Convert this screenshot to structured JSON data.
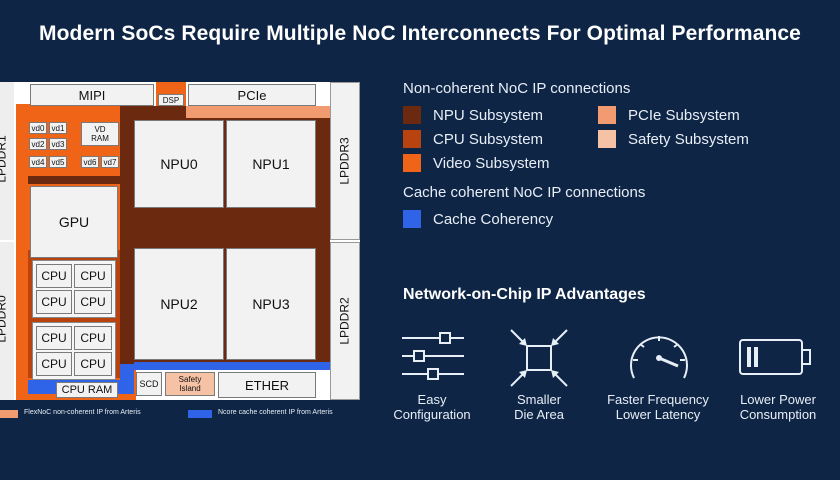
{
  "title": "Modern SoCs Require Multiple NoC Interconnects For Optimal Performance",
  "colors": {
    "background": "#0e2545",
    "npu_subsystem": "#6b2a10",
    "cpu_subsystem": "#b9430f",
    "video_subsystem": "#f06418",
    "pcie_subsystem": "#f29a70",
    "safety_subsystem": "#f6c2a5",
    "cache_coherency": "#2f63e8"
  },
  "chip": {
    "mipi": "MIPI",
    "dsp": "DSP",
    "pcie": "PCIe",
    "lpddr1": "LPDDR1",
    "lpddr0": "LPDDR0",
    "lpddr3": "LPDDR3",
    "lpddr2": "LPDDR2",
    "vd0": "vd0",
    "vd1": "vd1",
    "vd2": "vd2",
    "vd3": "vd3",
    "vd4": "vd4",
    "vd5": "vd5",
    "vd6": "vd6",
    "vd7": "vd7",
    "vd_ram": "VD RAM",
    "gpu": "GPU",
    "npu0": "NPU0",
    "npu1": "NPU1",
    "npu2": "NPU2",
    "npu3": "NPU3",
    "cpu": "CPU",
    "cpu_ram": "CPU RAM",
    "scd": "SCD",
    "safety_island": "Safety Island",
    "ether": "ETHER"
  },
  "footer_legend": {
    "flexnoc": "FlexNoC non-coherent IP from Arteris",
    "ncore": "Ncore cache coherent IP from Arteris"
  },
  "legend": {
    "noncoherent_heading": "Non-coherent NoC IP connections",
    "items": [
      {
        "label": "NPU Subsystem"
      },
      {
        "label": "CPU Subsystem"
      },
      {
        "label": "Video Subsystem"
      },
      {
        "label": "PCIe Subsystem"
      },
      {
        "label": "Safety Subsystem"
      }
    ],
    "coherent_heading": "Cache coherent NoC IP connections",
    "coherent_item": "Cache Coherency"
  },
  "advantages": {
    "heading": "Network-on-Chip IP Advantages",
    "items": [
      {
        "line1": "Easy",
        "line2": "Configuration",
        "icon": "sliders-icon"
      },
      {
        "line1": "Smaller",
        "line2": "Die Area",
        "icon": "shrink-arrows-icon"
      },
      {
        "line1": "Faster Frequency",
        "line2": "Lower Latency",
        "icon": "speedometer-icon"
      },
      {
        "line1": "Lower Power",
        "line2": "Consumption",
        "icon": "battery-icon"
      }
    ]
  }
}
